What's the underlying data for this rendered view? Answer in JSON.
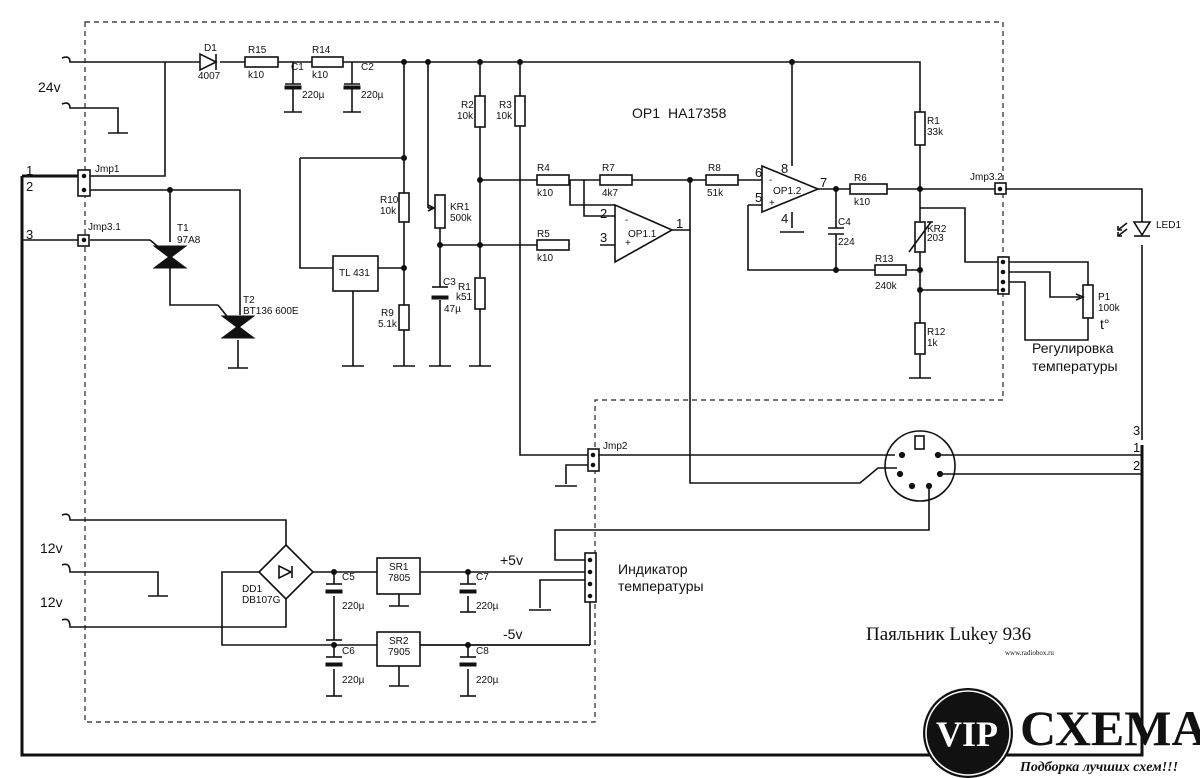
{
  "inputs": {
    "v24": "24v",
    "v12a": "12v",
    "v12b": "12v"
  },
  "connectors": {
    "jmp1": "Jmp1",
    "jmp2": "Jmp2",
    "jmp31": "Jmp3.1",
    "jmp32": "Jmp3.2",
    "n1": "1",
    "n2": "2",
    "n3": "3",
    "r1": "1",
    "r2": "2",
    "r3": "3"
  },
  "opamp": {
    "name": "OP1",
    "part": "HA17358",
    "a": "OP1.1",
    "b": "OP1.2",
    "p1": "1",
    "p2": "2",
    "p3": "3",
    "p4": "4",
    "p5": "5",
    "p6": "6",
    "p7": "7",
    "p8": "8",
    "minus": "-",
    "plus": "+"
  },
  "parts": {
    "d1": "D1",
    "d1v": "4007",
    "r15": "R15",
    "r15v": "k10",
    "r14": "R14",
    "r14v": "k10",
    "c1": "C1",
    "c1v": "220µ",
    "c2": "C2",
    "c2v": "220µ",
    "r2": "R2",
    "r2v": "10k",
    "r3": "R3",
    "r3v": "10k",
    "r10": "R10",
    "r10v": "10k",
    "kr1": "KR1",
    "kr1v": "500k",
    "tl431": "TL 431",
    "r9": "R9",
    "r9v": "5.1k",
    "c3": "C3",
    "c3v": "47µ",
    "r1b": "R1",
    "r1bv": "k51",
    "r4": "R4",
    "r4v": "k10",
    "r5": "R5",
    "r5v": "k10",
    "r7": "R7",
    "r7v": "4k7",
    "r8": "R8",
    "r8v": "51k",
    "c4": "C4",
    "c4v": "224",
    "r6": "R6",
    "r6v": "k10",
    "r13": "R13",
    "r13v": "240k",
    "r1": "R1",
    "r1v": "33k",
    "kr2": "KR2",
    "kr2v": "203",
    "r12": "R12",
    "r12v": "1k",
    "p1": "P1",
    "p1v": "100k",
    "tdeg": "t°",
    "t1": "T1",
    "t1v": "97A8",
    "t2": "T2",
    "t2v": "BT136 600E",
    "led1": "LED1",
    "dd1": "DD1",
    "dd1v": "DB107G",
    "c5": "C5",
    "c5v": "220µ",
    "c6": "C6",
    "c6v": "220µ",
    "c7": "C7",
    "c7v": "220µ",
    "c8": "C8",
    "c8v": "220µ",
    "sr1": "SR1",
    "sr1v": "7805",
    "sr2": "SR2",
    "sr2v": "7905",
    "pos5": "+5v",
    "neg5": "-5v"
  },
  "labels": {
    "temp_adjust_1": "Регулировка",
    "temp_adjust_2": "температуры",
    "temp_ind_1": "Индикатор",
    "temp_ind_2": "температуры",
    "title": "Паяльник Lukey 936",
    "url": "www.radiobox.ru"
  },
  "logo": {
    "vip": "VIP",
    "schema": "СХЕМА",
    "tagline": "Подборка лучших схем!!!"
  }
}
